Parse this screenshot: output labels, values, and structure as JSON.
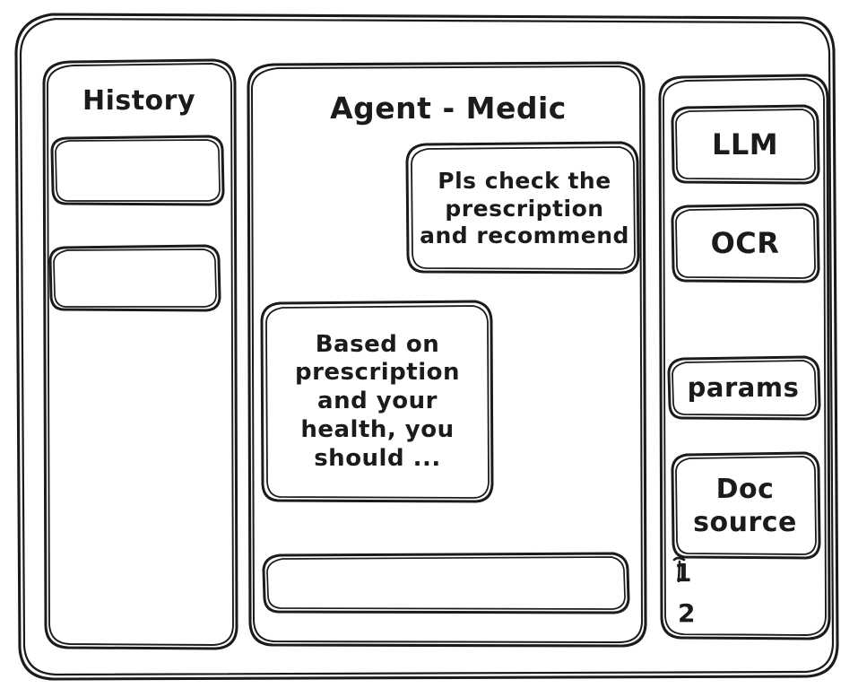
{
  "window": {
    "name": "wireframe-window"
  },
  "sidebar_left": {
    "title": "History",
    "items": [
      {
        "label": ""
      },
      {
        "label": ""
      }
    ]
  },
  "main": {
    "title": "Agent - Medic",
    "messages": [
      {
        "role": "user",
        "text": "Pls check the\nprescription\nand recommend"
      },
      {
        "role": "assistant",
        "text": "Based on\nprescription\nand your\nhealth, you\nshould ..."
      }
    ],
    "composer": {
      "value": "",
      "placeholder": ""
    }
  },
  "sidebar_right": {
    "buttons": [
      {
        "label": "LLM"
      },
      {
        "label": "OCR"
      },
      {
        "label": "params"
      }
    ],
    "doc_source": {
      "label": "Doc\nsource"
    },
    "doc_list": [
      {
        "marker": "1"
      },
      {
        "marker": "2"
      }
    ]
  },
  "style": {
    "ink": "#1b1b1b",
    "paper": "#ffffff"
  }
}
